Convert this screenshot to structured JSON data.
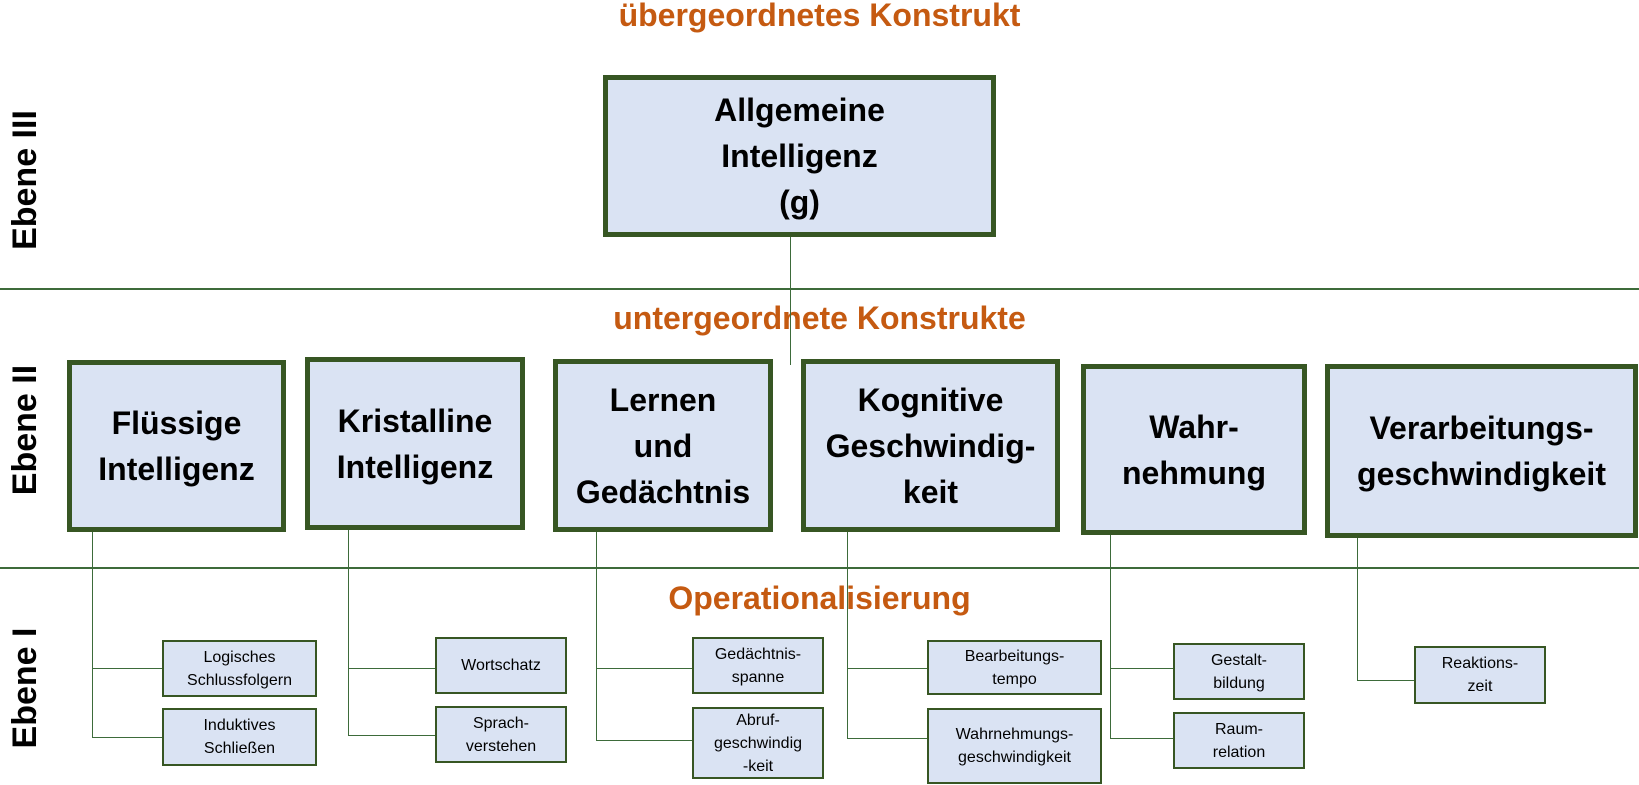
{
  "headings": {
    "top": "übergeordnetes Konstrukt",
    "middle": "untergeordnete Konstrukte",
    "bottom": "Operationalisierung"
  },
  "levels": {
    "iii": "Ebene III",
    "ii": "Ebene II",
    "i": "Ebene I"
  },
  "general": "Allgemeine\nIntelligenz\n(g)",
  "factors": [
    {
      "label": "Flüssige\nIntelligenz",
      "tests": [
        "Logisches\nSchlussfolgern",
        "Induktives\nSchließen"
      ]
    },
    {
      "label": "Kristalline\nIntelligenz",
      "tests": [
        "Wortschatz",
        "Sprach-\nverstehen"
      ]
    },
    {
      "label": "Lernen\nund\nGedächtnis",
      "tests": [
        "Gedächtnis-\nspanne",
        "Abruf-\ngeschwindig\n-keit"
      ]
    },
    {
      "label": "Kognitive\nGeschwindig-\nkeit",
      "tests": [
        "Bearbeitungs-\ntempo",
        "Wahrnehmungs-\ngeschwindigkeit"
      ]
    },
    {
      "label": "Wahr-\nnehmung",
      "tests": [
        "Gestalt-\nbildung",
        "Raum-\nrelation"
      ]
    },
    {
      "label": "Verarbeitungs-\ngeschwindigkeit",
      "tests": [
        "Reaktions-\nzeit"
      ]
    }
  ]
}
